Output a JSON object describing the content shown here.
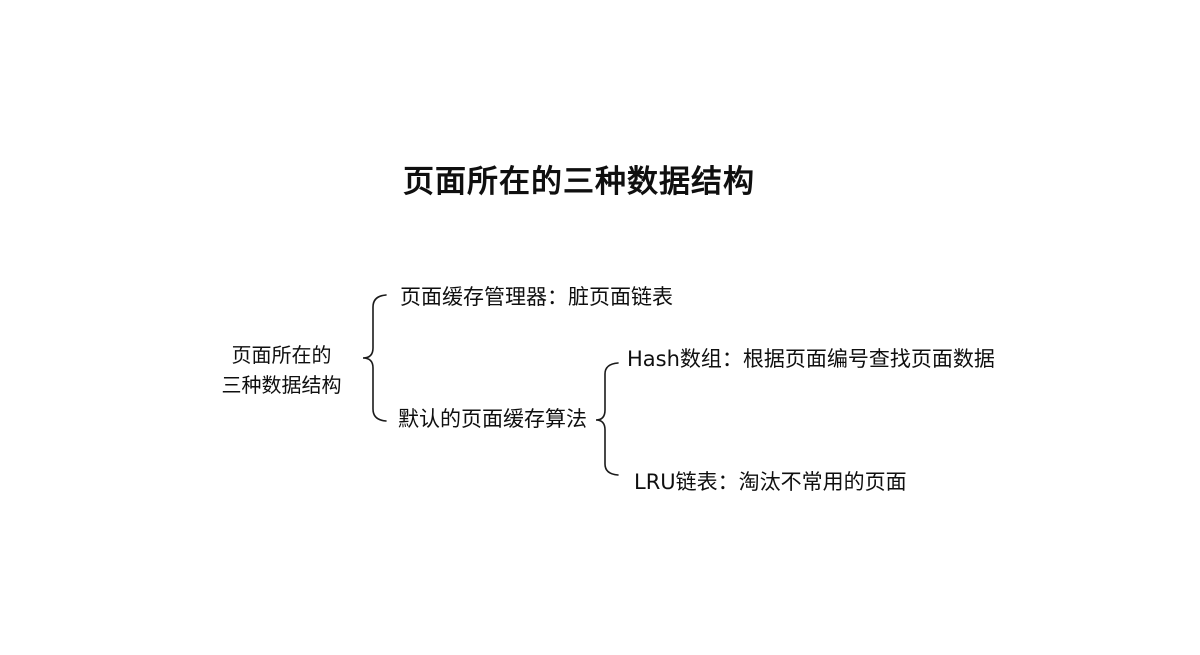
{
  "title": "页面所在的三种数据结构",
  "mindmap": {
    "root": {
      "line1": "页面所在的",
      "line2": "三种数据结构"
    },
    "branches": [
      {
        "label": "页面缓存管理器：脏页面链表"
      },
      {
        "label": "默认的页面缓存算法",
        "children": [
          {
            "label": "Hash数组：根据页面编号查找页面数据"
          },
          {
            "label": "LRU链表：淘汰不常用的页面"
          }
        ]
      }
    ]
  },
  "colors": {
    "background": "#ffffff",
    "text": "#0f0f0f",
    "line": "#1a1a1a"
  }
}
